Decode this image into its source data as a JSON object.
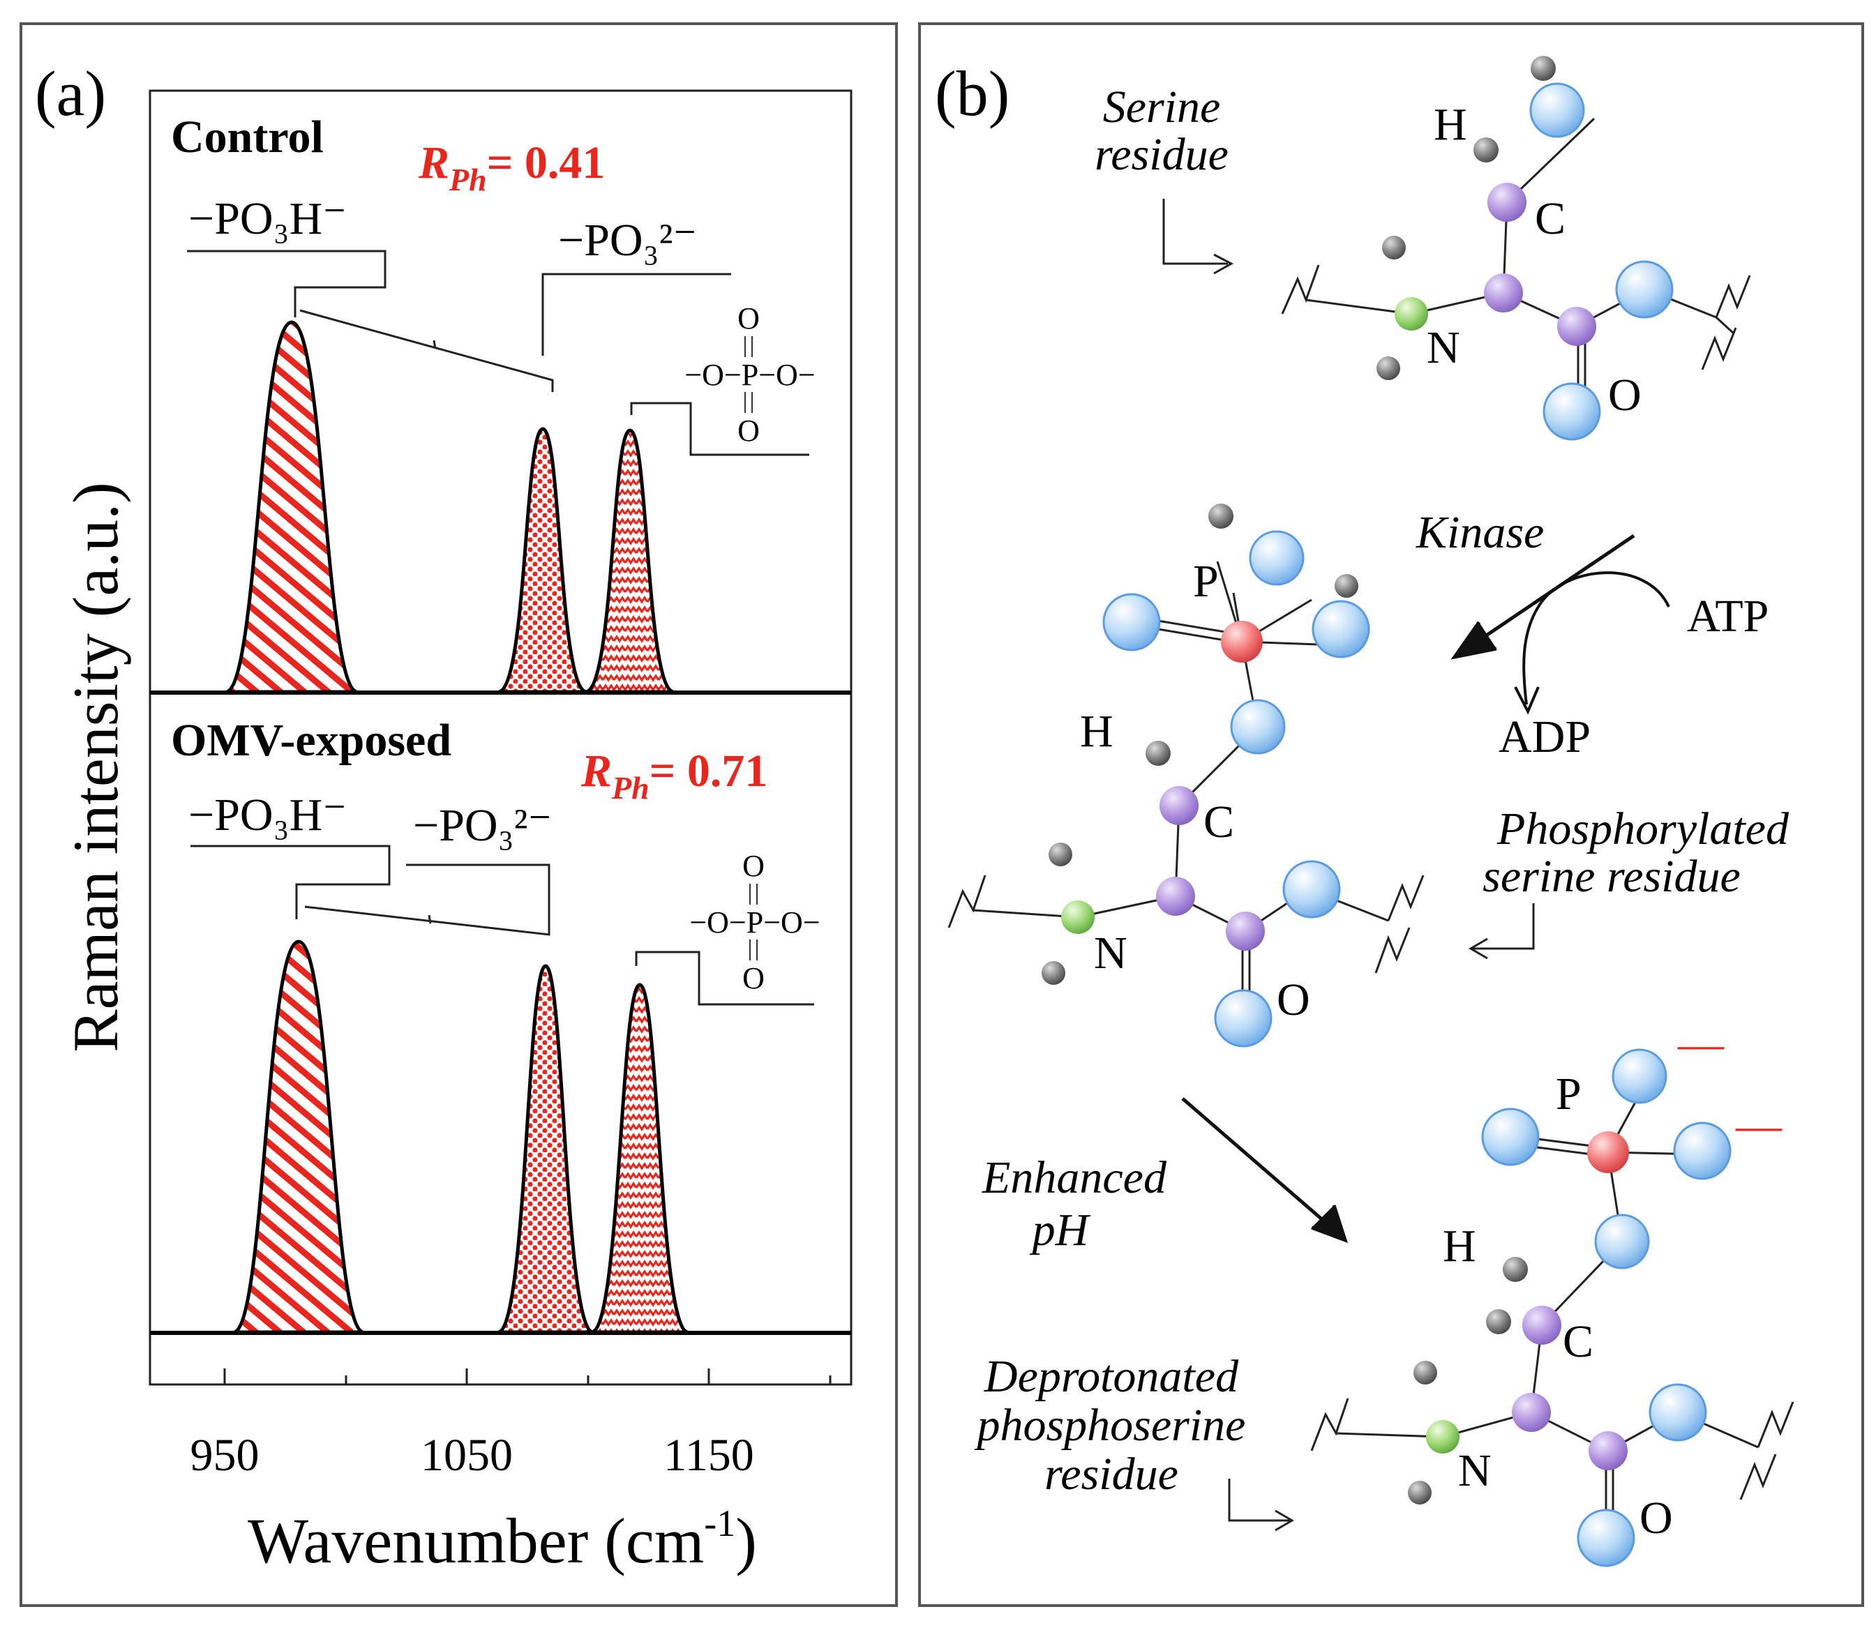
{
  "panel_a": {
    "label": "(a)",
    "ylabel": "Raman intensity (a.u.)",
    "xlabel": "Wavenumber (cm",
    "xlabel_sup": "-1",
    "xlabel_close": ")",
    "ticks": [
      "950",
      "1050",
      "1150"
    ],
    "top": {
      "title": "Control",
      "ratio_sym": "R",
      "ratio_sub": "Ph",
      "ratio_val": "= 0.41",
      "group1": "−PO₃H⁻",
      "group2": "−PO₃²⁻"
    },
    "bottom": {
      "title": "OMV-exposed",
      "ratio_sym": "R",
      "ratio_sub": "Ph",
      "ratio_val": "= 0.71",
      "group1": "−PO₃H⁻",
      "group2": "−PO₃²⁻"
    },
    "struct": {
      "o": "O",
      "p": "P",
      "chain": "−O−P−O−"
    }
  },
  "panel_b": {
    "label": "(b)",
    "serine_label_1": "Serine",
    "serine_label_2": "residue",
    "kinase": "Kinase",
    "atp": "ATP",
    "adp": "ADP",
    "phos_label_1": "Phosphorylated",
    "phos_label_2": "serine residue",
    "enhanced_1": "Enhanced",
    "enhanced_2": "pH",
    "deprot_1": "Deprotonated",
    "deprot_2": "phosphoserine",
    "deprot_3": "residue",
    "atoms": {
      "h": "H",
      "c": "C",
      "n": "N",
      "o": "O",
      "p": "P",
      "minus": "—"
    }
  },
  "colors": {
    "accent_red": "#e8261e",
    "oxygen_blue": "#a9d0f5",
    "carbon_purple": "#b79ce0",
    "nitrogen_green": "#9fd977",
    "phosphorus_red": "#f26b6b",
    "hydrogen_gray": "#777777"
  }
}
